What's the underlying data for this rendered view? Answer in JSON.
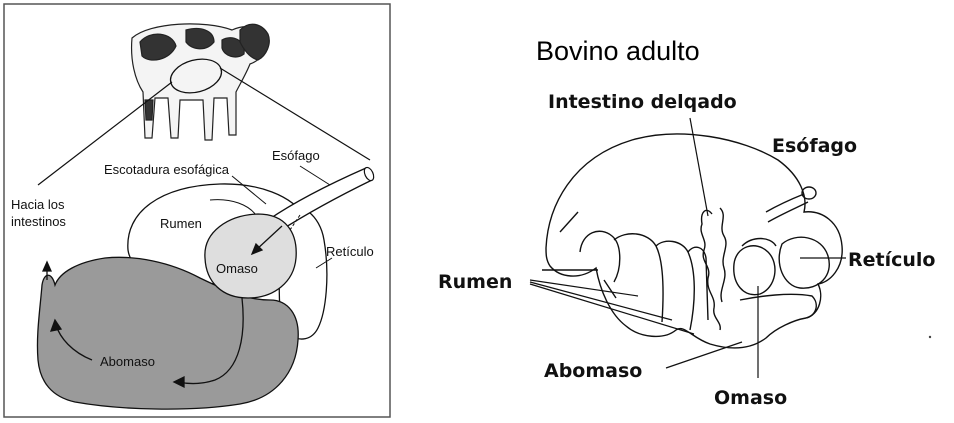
{
  "left_diagram": {
    "labels": {
      "to_intestines_line1": "Hacia los",
      "to_intestines_line2": "intestinos",
      "esophageal_groove": "Escotadura esofágica",
      "esophagus": "Esófago",
      "rumen": "Rumen",
      "omasum": "Omaso",
      "reticulum": "Retículo",
      "abomasum": "Abomaso"
    }
  },
  "right_diagram": {
    "title": "Bovino adulto",
    "labels": {
      "small_intestine": "Intestino delqado",
      "esophagus": "Esófago",
      "rumen": "Rumen",
      "reticulum": "Retículo",
      "abomasum": "Abomaso",
      "omasum": "Omaso"
    }
  },
  "colors": {
    "abomasum_fill": "#9a9a9a",
    "omasum_fill": "#dedede",
    "outline": "#111111",
    "frame_border": "#555555"
  }
}
